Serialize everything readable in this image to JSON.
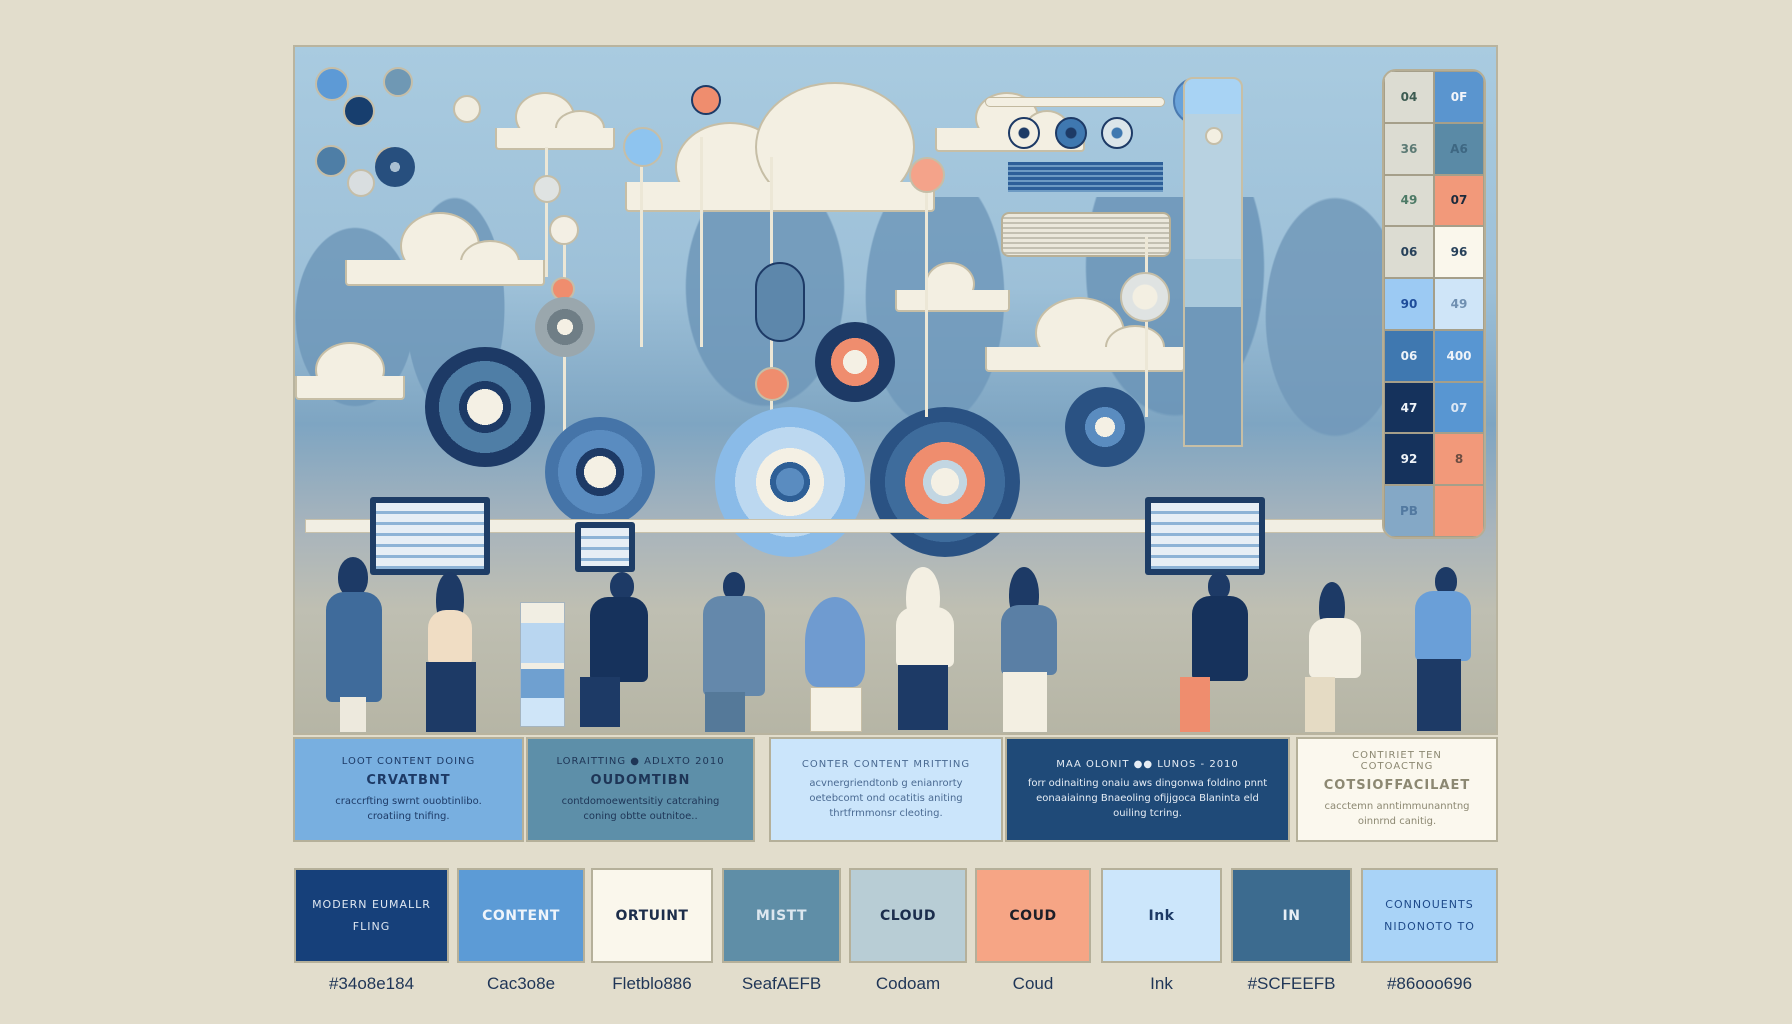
{
  "illustration": {
    "scene": "team working at desks beneath cloud, gear and network-node motifs",
    "palette_grid": {
      "rows": [
        {
          "left": {
            "text": "04",
            "bg": "#dcdcd2",
            "fg": "#3d5c52"
          },
          "right": {
            "text": "0F",
            "bg": "#5a95cf",
            "fg": "#f4f6fb"
          }
        },
        {
          "left": {
            "text": "36",
            "bg": "#dcdcd2",
            "fg": "#5c7a74"
          },
          "right": {
            "text": "A6",
            "bg": "#5a8aa6",
            "fg": "#3e6782"
          }
        },
        {
          "left": {
            "text": "49",
            "bg": "#dcdcd2",
            "fg": "#4d7a66"
          },
          "right": {
            "text": "07",
            "bg": "#f2997a",
            "fg": "#1c2b3d"
          }
        },
        {
          "left": {
            "text": "06",
            "bg": "#dcdcd2",
            "fg": "#27415a"
          },
          "right": {
            "text": "96",
            "bg": "#faf7ec",
            "fg": "#27415a"
          }
        },
        {
          "left": {
            "text": "90",
            "bg": "#9ccaf3",
            "fg": "#1e4c9a"
          },
          "right": {
            "text": "49",
            "bg": "#cfe5f8",
            "fg": "#6f8fb1"
          }
        },
        {
          "left": {
            "text": "06",
            "bg": "#3f78b0",
            "fg": "#eef3f8"
          },
          "right": {
            "text": "400",
            "bg": "#5896d2",
            "fg": "#eef3f8"
          }
        },
        {
          "left": {
            "text": "47",
            "bg": "#15325c",
            "fg": "#eef3f8"
          },
          "right": {
            "text": "07",
            "bg": "#5896d2",
            "fg": "#dce7f4"
          }
        },
        {
          "left": {
            "text": "92",
            "bg": "#15325c",
            "fg": "#eef3f8"
          },
          "right": {
            "text": "8",
            "bg": "#f2997a",
            "fg": "#6b4d42"
          }
        },
        {
          "left": {
            "text": "PB",
            "bg": "#84a8c6",
            "fg": "#5279a0"
          },
          "right": {
            "text": "",
            "bg": "#f2997a",
            "fg": "#6b4d42"
          }
        }
      ]
    }
  },
  "cards": [
    {
      "kicker": "Loot Content Doing",
      "title": "CRVATBNT",
      "body": "craccrfting swrnt ouobtinlibo. croatiing tnifing.",
      "bg": "#78afe0",
      "fg": "#1d3a66"
    },
    {
      "kicker": "Loraitting  ●  Adlxto 2010",
      "title": "OUDOMTIBN",
      "body": "contdomoewentsitiy catcrahing coning obtte outnitoe..",
      "bg": "#5d8fa9",
      "fg": "#1e3556"
    },
    {
      "kicker": "Conter Content Mritting",
      "title": "",
      "body": "acvnergriendtonb g enianrorty oetebcomt ond ocatitis aniting thrtfrmmonsr cleoting.",
      "bg": "#cbe5fb",
      "fg": "#4a6a92"
    },
    {
      "kicker": "MAA Olonit  ●●  Lunos - 2010",
      "title": "",
      "body": "forr odinaiting onaiu aws dingonwa foldino pnnt eonaaiainng Bnaeoling ofijjgoca Blaninta eld ouiling tcring.",
      "bg": "#1f4a78",
      "fg": "#e6edf5"
    },
    {
      "kicker": "Contiriet Ten Cotoactng",
      "title": "COTSIOFFACILAET",
      "body": "cacctemn anntimmunanntng oinnrnd canitig.",
      "bg": "#fbf8ee",
      "fg": "#8c8872"
    }
  ],
  "swatches": [
    {
      "label": "MODERN EUMALLR FLING",
      "caption": "#34o8e184",
      "bg": "#16407a",
      "fg": "#dfe7f1",
      "small": true
    },
    {
      "label": "CONTENT",
      "caption": "Cac3o8e",
      "bg": "#5c9bd6",
      "fg": "#eef4fb",
      "small": false
    },
    {
      "label": "ORTUINT",
      "caption": "Fletblo886",
      "bg": "#faf7ec",
      "fg": "#1d2e4b",
      "small": false
    },
    {
      "label": "MISTT",
      "caption": "SeafAEFB",
      "bg": "#5f8ea7",
      "fg": "#dce7ef",
      "small": false
    },
    {
      "label": "CLOUD",
      "caption": "Codoam",
      "bg": "#b8cdd5",
      "fg": "#1b2d4c",
      "small": false
    },
    {
      "label": "COUD",
      "caption": "Coud",
      "bg": "#f6a585",
      "fg": "#1d1f28",
      "small": false
    },
    {
      "label": "Ink",
      "caption": "Ink",
      "bg": "#cce6fb",
      "fg": "#1d3a66",
      "small": false
    },
    {
      "label": "IN",
      "caption": "#SCFEEFB",
      "bg": "#3c6b8f",
      "fg": "#e6eef5",
      "small": false
    },
    {
      "label": "CONNOUENTS NIDONOTO TO",
      "caption": "#86ooo696",
      "bg": "#a9d3f7",
      "fg": "#1e4a8a",
      "small": true
    }
  ]
}
